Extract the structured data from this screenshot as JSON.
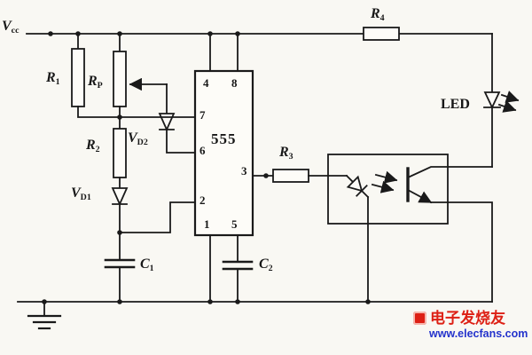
{
  "schematic": {
    "type": "circuit-schematic",
    "power": {
      "vcc": {
        "base": "V",
        "sub": "cc"
      }
    },
    "components": {
      "r1": {
        "base": "R",
        "sub": "1"
      },
      "rp": {
        "base": "R",
        "sub": "P"
      },
      "r2": {
        "base": "R",
        "sub": "2"
      },
      "r3": {
        "base": "R",
        "sub": "3"
      },
      "r4": {
        "base": "R",
        "sub": "4"
      },
      "vd1": {
        "base": "V",
        "sub": "D1"
      },
      "vd2": {
        "base": "V",
        "sub": "D2"
      },
      "c1": {
        "base": "C",
        "sub": "1"
      },
      "c2": {
        "base": "C",
        "sub": "2"
      },
      "led": "LED",
      "ic": "555"
    },
    "ic_pins": {
      "p1": "1",
      "p2": "2",
      "p3": "3",
      "p4": "4",
      "p5": "5",
      "p6": "6",
      "p7": "7",
      "p8": "8"
    },
    "colors": {
      "wire": "#1a1a1a",
      "background": "#f9f8f3"
    }
  },
  "watermark": {
    "site_name": "电子发烧友",
    "site_url": "www.elecfans.com",
    "name_color": "#dd2015",
    "url_color": "#2433cc"
  }
}
